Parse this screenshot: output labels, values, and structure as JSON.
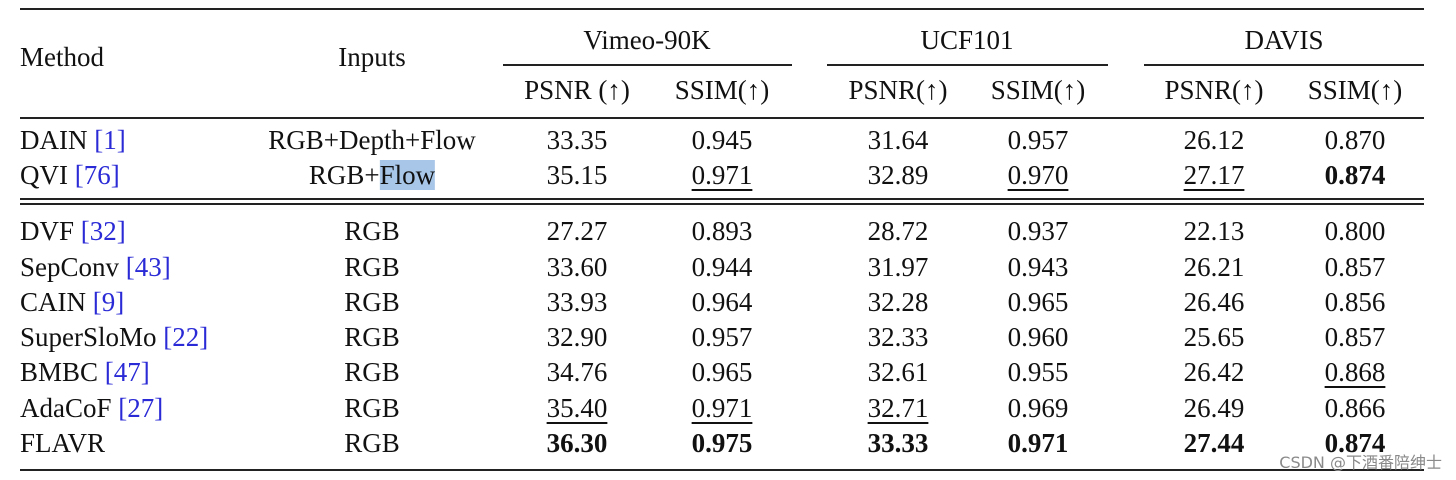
{
  "header": {
    "method": "Method",
    "inputs": "Inputs",
    "groups": [
      "Vimeo-90K",
      "UCF101",
      "DAVIS"
    ],
    "metrics": [
      "PSNR (↑)",
      "SSIM(↑)",
      "PSNR(↑)",
      "SSIM(↑)",
      "PSNR(↑)",
      "SSIM(↑)"
    ]
  },
  "rows": [
    {
      "method": "DAIN ",
      "ref": "[1]",
      "inputs_a": "RGB+Depth+Flow",
      "inputs_b": "",
      "vals": [
        "33.35",
        "0.945",
        "31.64",
        "0.957",
        "26.12",
        "0.870"
      ],
      "bold": [
        false,
        false,
        false,
        false,
        false,
        false
      ],
      "underline": [
        false,
        false,
        false,
        false,
        false,
        false
      ]
    },
    {
      "method": "QVI ",
      "ref": "[76]",
      "inputs_a": "RGB+",
      "inputs_b": "Flow",
      "vals": [
        "35.15",
        "0.971",
        "32.89",
        "0.970",
        "27.17",
        "0.874"
      ],
      "bold": [
        false,
        false,
        false,
        false,
        false,
        true
      ],
      "underline": [
        false,
        true,
        false,
        true,
        true,
        false
      ]
    },
    {
      "method": "DVF ",
      "ref": "[32]",
      "inputs_a": "RGB",
      "inputs_b": "",
      "vals": [
        "27.27",
        "0.893",
        "28.72",
        "0.937",
        "22.13",
        "0.800"
      ],
      "bold": [
        false,
        false,
        false,
        false,
        false,
        false
      ],
      "underline": [
        false,
        false,
        false,
        false,
        false,
        false
      ]
    },
    {
      "method": "SepConv ",
      "ref": "[43]",
      "inputs_a": "RGB",
      "inputs_b": "",
      "vals": [
        "33.60",
        "0.944",
        "31.97",
        "0.943",
        "26.21",
        "0.857"
      ],
      "bold": [
        false,
        false,
        false,
        false,
        false,
        false
      ],
      "underline": [
        false,
        false,
        false,
        false,
        false,
        false
      ]
    },
    {
      "method": "CAIN ",
      "ref": "[9]",
      "inputs_a": "RGB",
      "inputs_b": "",
      "vals": [
        "33.93",
        "0.964",
        "32.28",
        "0.965",
        "26.46",
        "0.856"
      ],
      "bold": [
        false,
        false,
        false,
        false,
        false,
        false
      ],
      "underline": [
        false,
        false,
        false,
        false,
        false,
        false
      ]
    },
    {
      "method": "SuperSloMo ",
      "ref": "[22]",
      "inputs_a": "RGB",
      "inputs_b": "",
      "vals": [
        "32.90",
        "0.957",
        "32.33",
        "0.960",
        "25.65",
        "0.857"
      ],
      "bold": [
        false,
        false,
        false,
        false,
        false,
        false
      ],
      "underline": [
        false,
        false,
        false,
        false,
        false,
        false
      ]
    },
    {
      "method": "BMBC ",
      "ref": "[47]",
      "inputs_a": "RGB",
      "inputs_b": "",
      "vals": [
        "34.76",
        "0.965",
        "32.61",
        "0.955",
        "26.42",
        "0.868"
      ],
      "bold": [
        false,
        false,
        false,
        false,
        false,
        false
      ],
      "underline": [
        false,
        false,
        false,
        false,
        false,
        true
      ]
    },
    {
      "method": "AdaCoF ",
      "ref": "[27]",
      "inputs_a": "RGB",
      "inputs_b": "",
      "vals": [
        "35.40",
        "0.971",
        "32.71",
        "0.969",
        "26.49",
        "0.866"
      ],
      "bold": [
        false,
        false,
        false,
        false,
        false,
        false
      ],
      "underline": [
        true,
        true,
        true,
        false,
        false,
        false
      ]
    },
    {
      "method": "FLAVR",
      "ref": "",
      "inputs_a": "RGB",
      "inputs_b": "",
      "vals": [
        "36.30",
        "0.975",
        "33.33",
        "0.971",
        "27.44",
        "0.874"
      ],
      "bold": [
        true,
        true,
        true,
        true,
        true,
        true
      ],
      "underline": [
        false,
        false,
        false,
        false,
        false,
        false
      ]
    }
  ],
  "watermark": "CSDN @下酒番陪绅士"
}
